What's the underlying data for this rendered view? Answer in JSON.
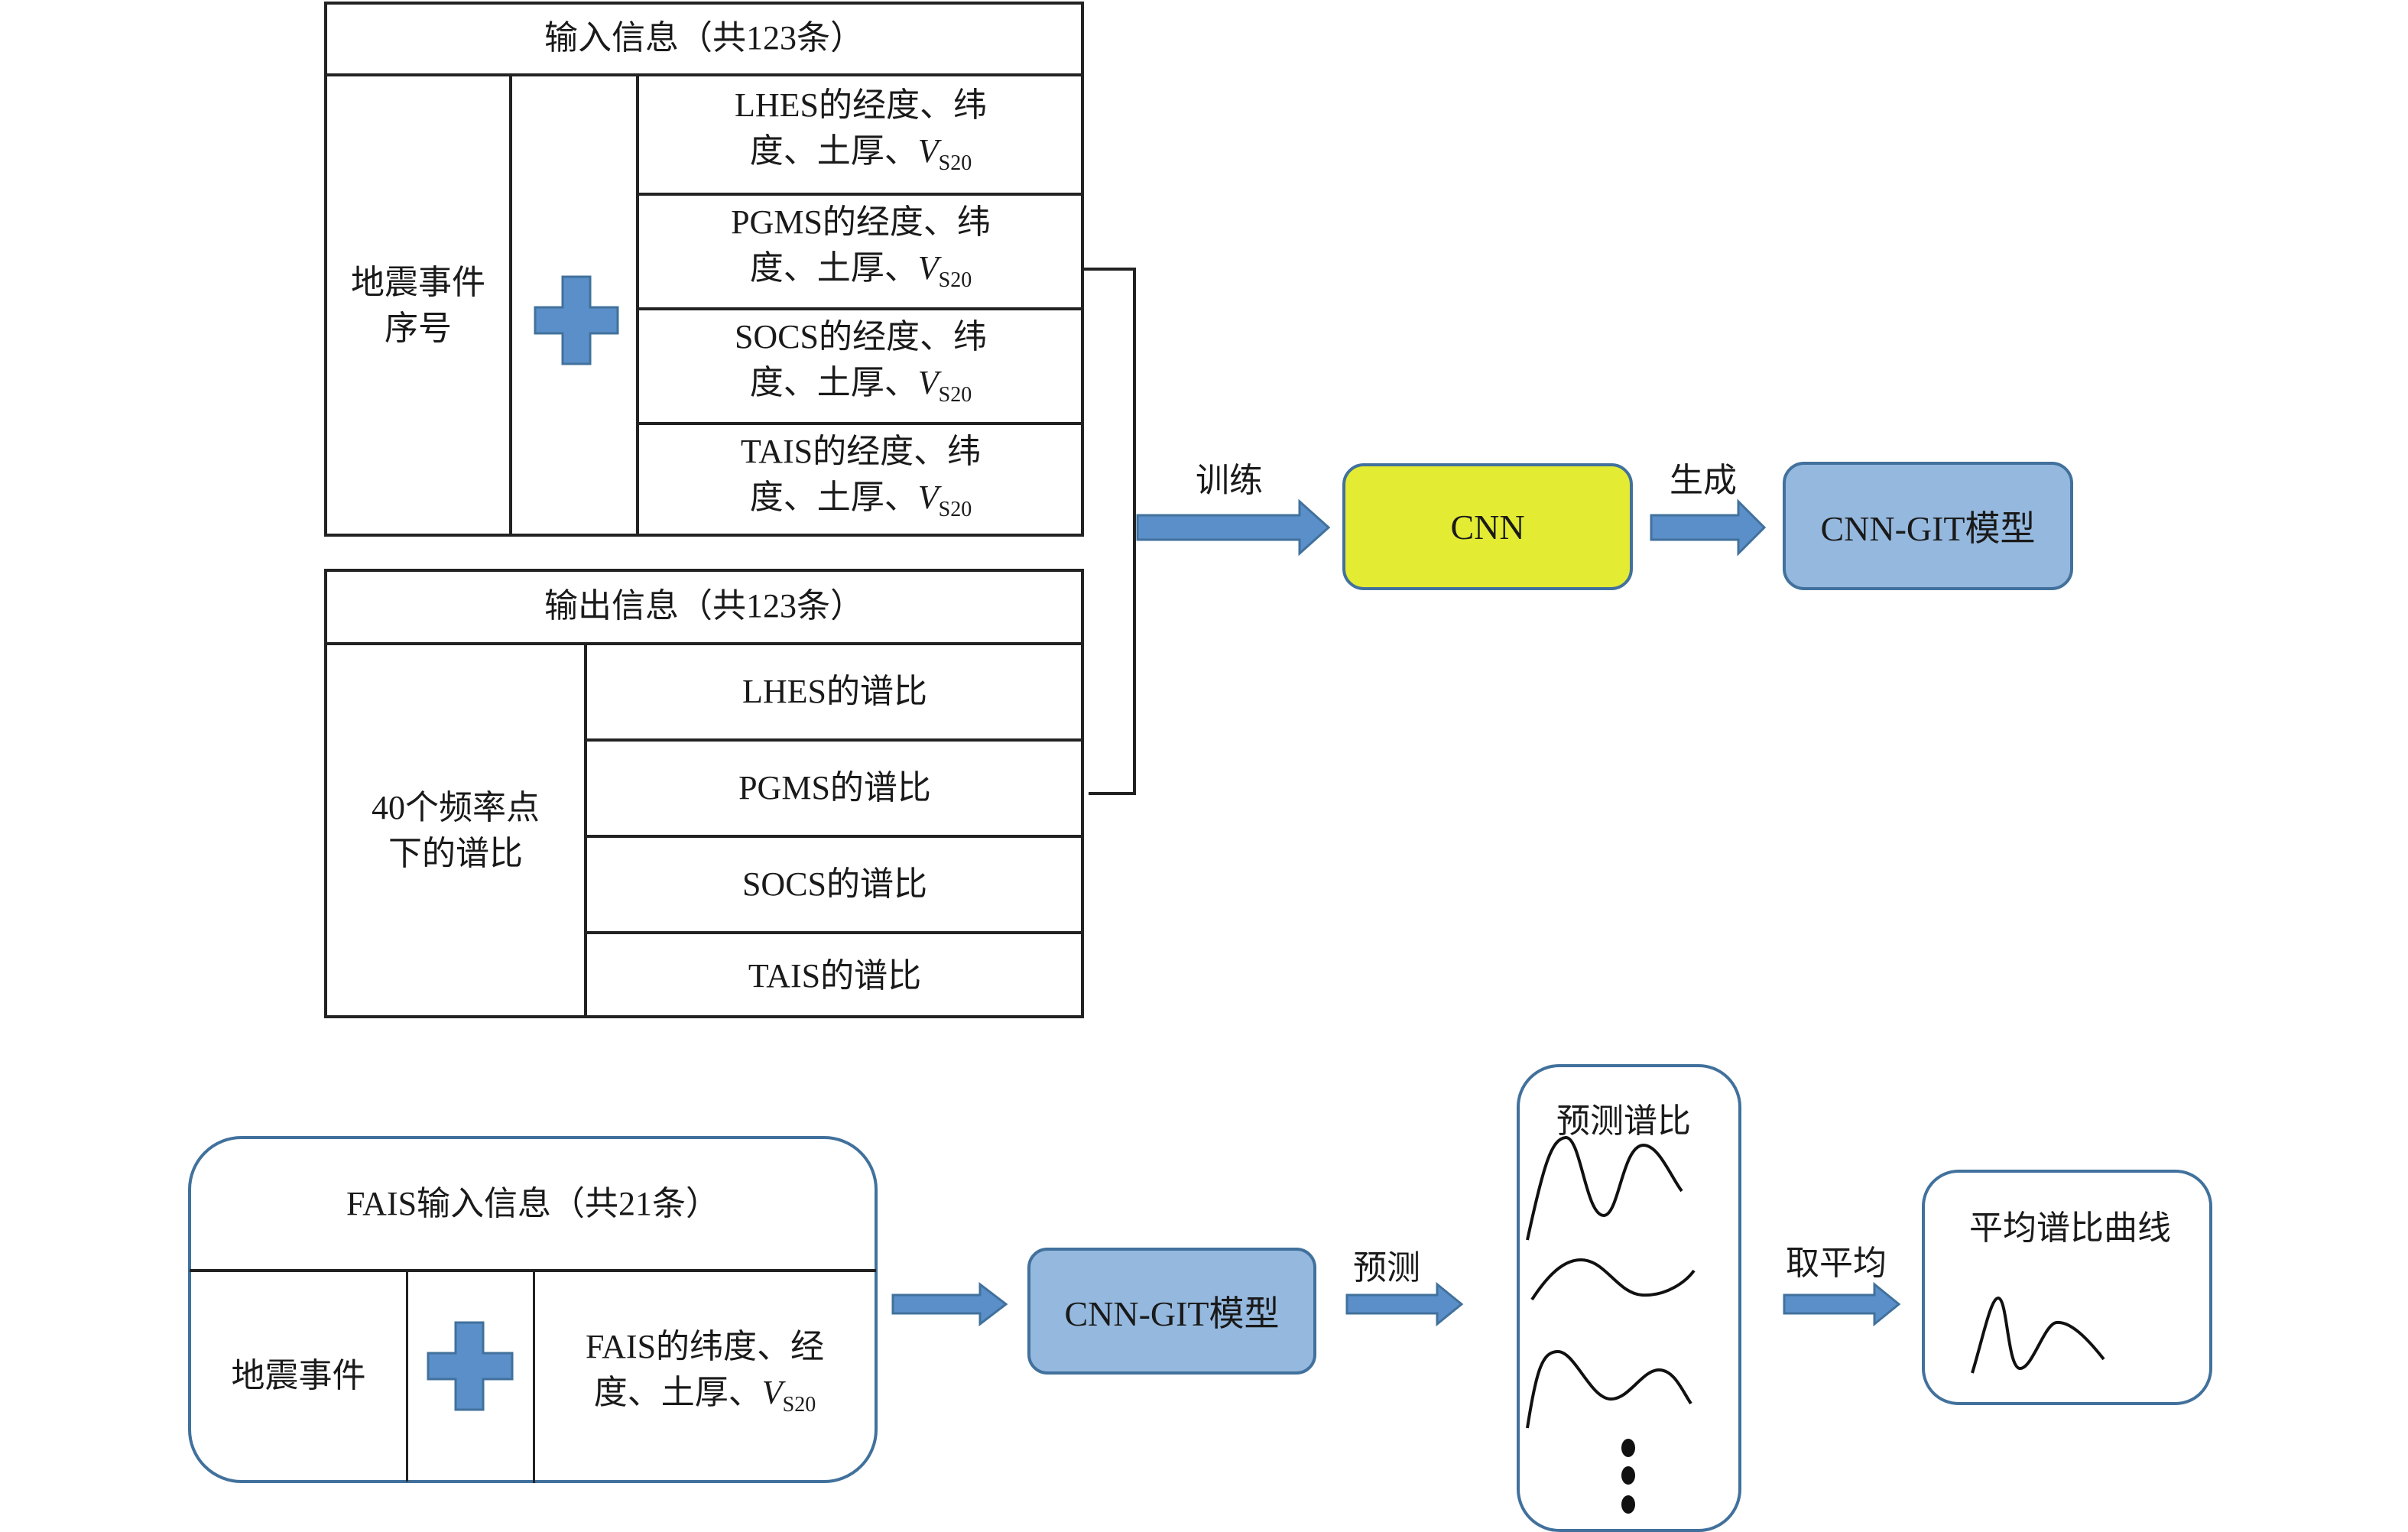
{
  "colors": {
    "arrow_fill": "#5b8fc9",
    "arrow_stroke": "#41719c",
    "cnn_fill": "#e4eb33",
    "model_fill": "#95b8de",
    "box_border": "#41719c",
    "line": "#222222"
  },
  "input_table": {
    "title": "输入信息（共123条）",
    "left_label_line1": "地震事件",
    "left_label_line2": "序号",
    "plus_icon": "plus-icon",
    "rows": [
      {
        "line1": "LHES的经度、纬",
        "line2": "度、土厚、",
        "var": "V",
        "sub": "S20"
      },
      {
        "line1": "PGMS的经度、纬",
        "line2": "度、土厚、",
        "var": "V",
        "sub": "S20"
      },
      {
        "line1": "SOCS的经度、纬",
        "line2": "度、土厚、",
        "var": "V",
        "sub": "S20"
      },
      {
        "line1": "TAIS的经度、纬",
        "line2": "度、土厚、",
        "var": "V",
        "sub": "S20"
      }
    ]
  },
  "output_table": {
    "title": "输出信息（共123条）",
    "left_label_line1": "40个频率点",
    "left_label_line2": "下的谱比",
    "rows": [
      "LHES的谱比",
      "PGMS的谱比",
      "SOCS的谱比",
      "TAIS的谱比"
    ]
  },
  "training_flow": {
    "train_label": "训练",
    "cnn_label": "CNN",
    "generate_label": "生成",
    "model_label": "CNN-GIT模型"
  },
  "prediction_flow": {
    "fais_title": "FAIS输入信息（共21条）",
    "fais_left": "地震事件",
    "fais_right_line1": "FAIS的纬度、经",
    "fais_right_line2": "度、土厚、",
    "fais_var": "V",
    "fais_sub": "S20",
    "model_label": "CNN-GIT模型",
    "predict_label": "预测",
    "predicted_title": "预测谱比",
    "average_label": "取平均",
    "average_title": "平均谱比曲线"
  }
}
